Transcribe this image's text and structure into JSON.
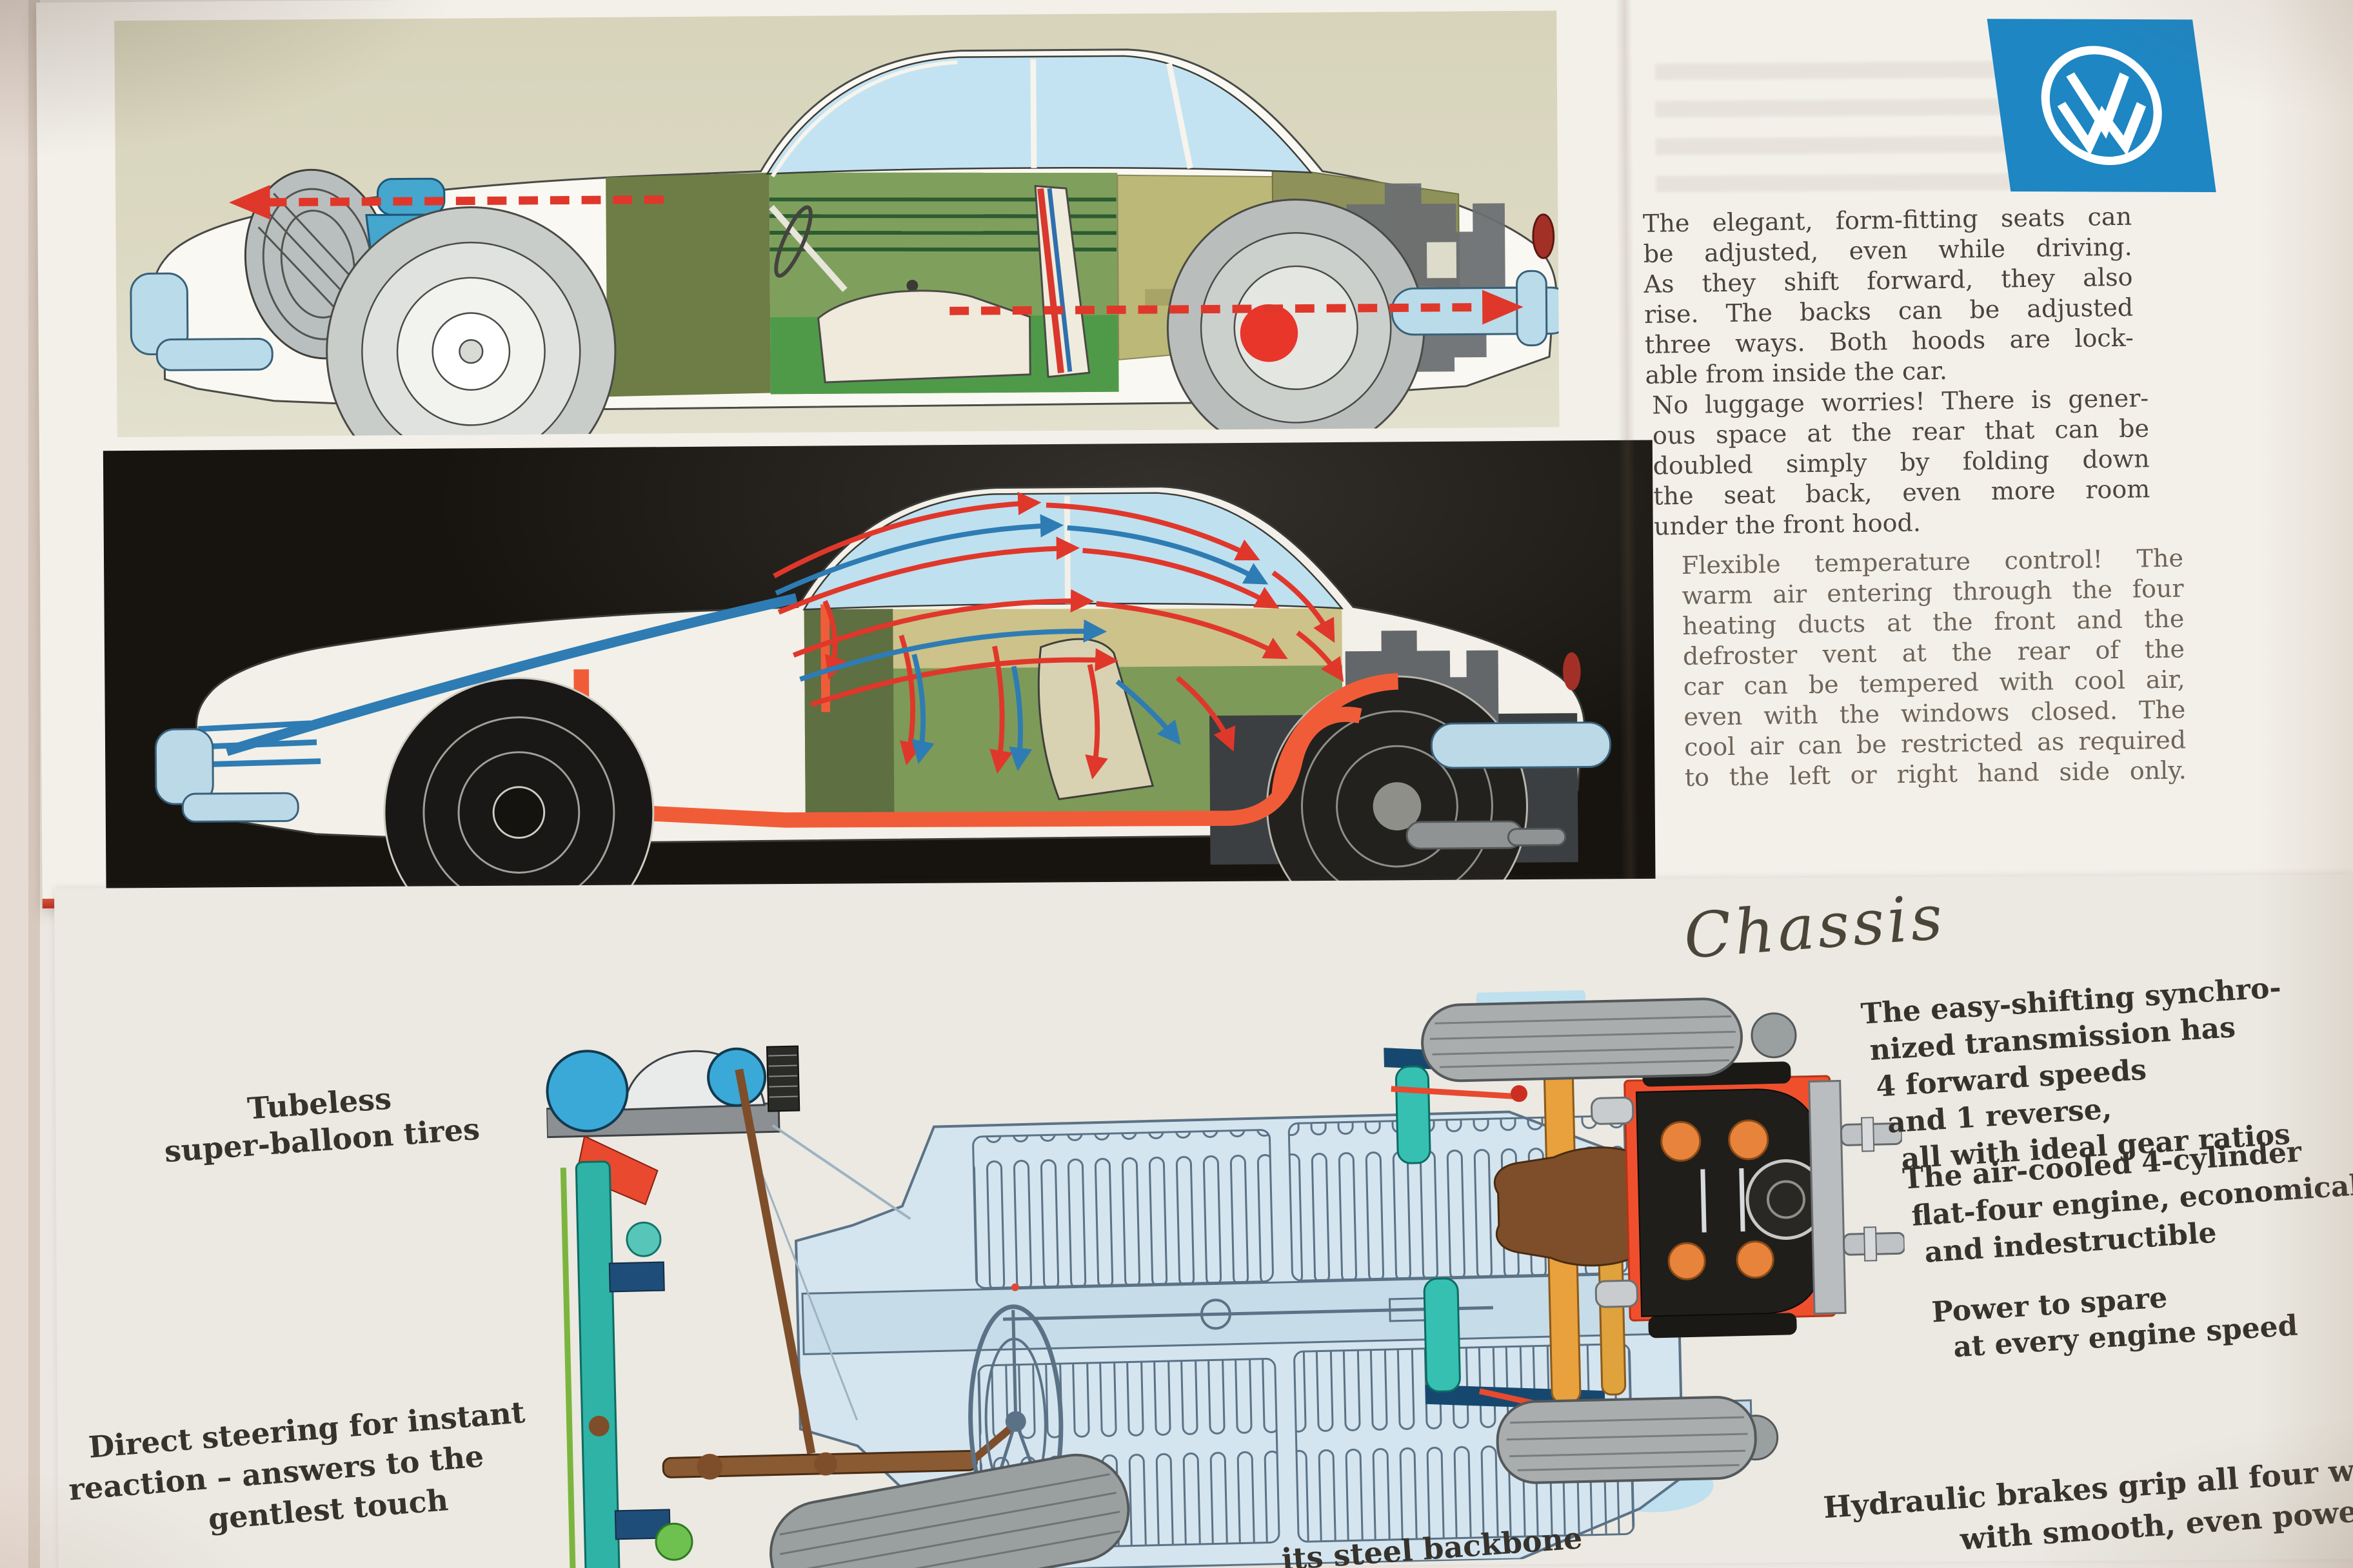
{
  "photo": {
    "background_color": "#ece7e2",
    "table_edge_color": "#d7c9be"
  },
  "brochure": {
    "vw_logo": {
      "icon": "vw-roundel",
      "background_color": "#1d86c3",
      "mark_color": "#ffffff"
    },
    "page_edge_color": "#c5392b",
    "top_text_column": {
      "paragraphs": [
        {
          "lines": [
            "The elegant, form-fitting seats can",
            "be adjusted, even while driving.",
            "As they shift forward, they also",
            "rise. The backs can be adjusted",
            "three ways. Both hoods are lock-",
            "able from inside the car."
          ]
        },
        {
          "lines": [
            "No luggage worries! There is gener-",
            "ous space at the rear that can be",
            "doubled simply by folding down",
            "the seat back, even more room",
            "under the front hood."
          ]
        },
        {
          "lines": [
            "Flexible temperature control! The",
            "warm air entering through the four",
            "heating ducts at the front and the",
            "defroster vent at the rear of the",
            "car can be tempered with cool air,",
            "even with the windows closed. The",
            "cool air can be restricted as required",
            "to the left or right hand side only."
          ]
        }
      ]
    },
    "chassis_section": {
      "script_heading": "Chassis",
      "labels": {
        "tires": {
          "lines": [
            "Tubeless",
            "super-balloon tires"
          ]
        },
        "steering": {
          "lines": [
            "Direct steering for instant",
            "reaction – answers to the",
            "gentlest touch"
          ]
        },
        "transmission": {
          "lines": [
            "The easy-shifting synchro-",
            "nized transmission has",
            "4 forward speeds",
            "and 1 reverse,",
            "all with ideal gear ratios"
          ]
        },
        "engine": {
          "lines": [
            "The air-cooled 4-cylinder",
            "flat-four engine, economical",
            "and indestructible"
          ]
        },
        "power": {
          "lines": [
            "Power to spare",
            "at every engine speed"
          ]
        },
        "brakes": {
          "lines": [
            "Hydraulic brakes grip all four wheels",
            "with smooth, even power"
          ]
        },
        "backbone_partial": "its steel backbone"
      }
    },
    "illustrations": {
      "cutaway": {
        "name": "karmann-ghia-interior-cutaway-side-view",
        "panel_background": "#d9d6bf",
        "arrow_color": "#e0372b",
        "interior_green": "#7fa05c",
        "luggage_blue": "#45a6ce"
      },
      "heating": {
        "name": "karmann-ghia-heating-airflow-side-view",
        "panel_background": "#171412",
        "warm_air_arrow_color": "#e0372b",
        "cool_air_arrow_color": "#2e7cb3",
        "duct_color": "#f15c38"
      },
      "chassis": {
        "name": "chassis-top-view",
        "floor_pan_color": "#d4e5ef",
        "outline_color": "#5b7286",
        "engine_plate_color": "#f04f2e",
        "transmission_color": "#7e4e2a"
      }
    }
  }
}
